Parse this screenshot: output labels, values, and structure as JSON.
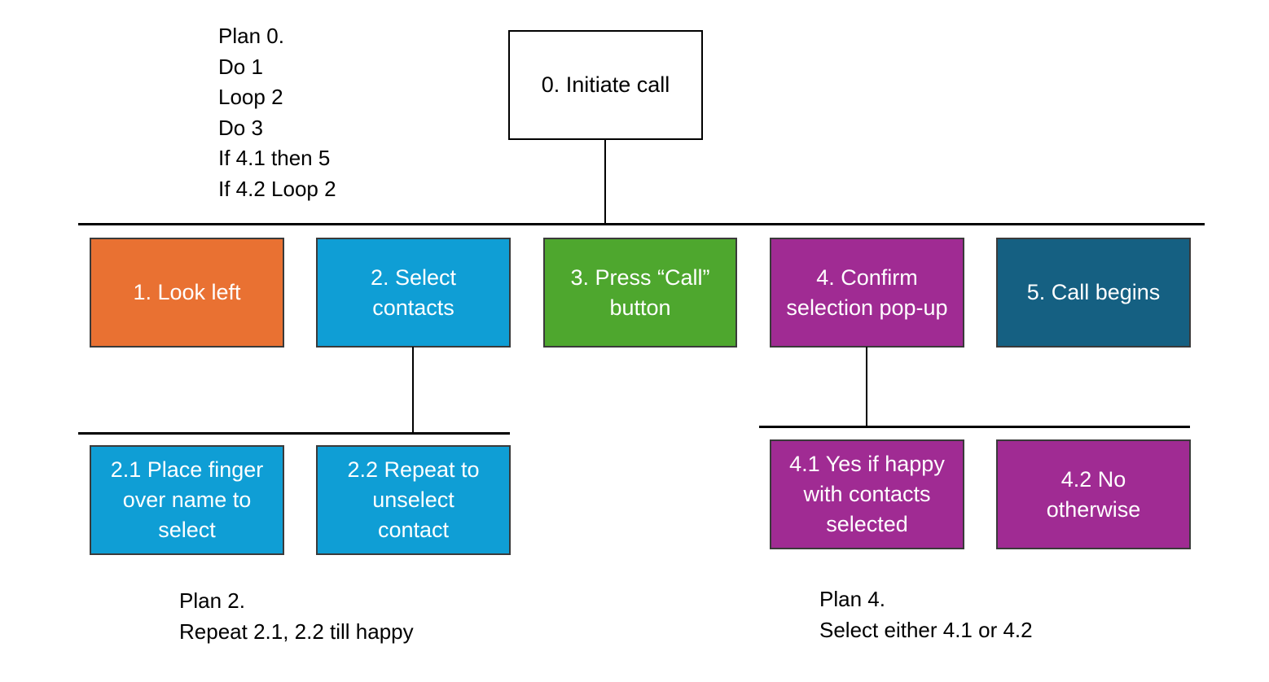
{
  "root": {
    "label": "0. Initiate call"
  },
  "plan0": {
    "lines": [
      "Plan 0.",
      "Do 1",
      "Loop 2",
      "Do 3",
      "If 4.1 then 5",
      "If 4.2 Loop 2"
    ]
  },
  "tasks": [
    {
      "label": "1. Look left",
      "color": "#E97132"
    },
    {
      "label": "2. Select contacts",
      "color": "#0F9ED5"
    },
    {
      "label": "3. Press “Call” button",
      "color": "#4EA72E"
    },
    {
      "label": "4. Confirm selection pop-up",
      "color": "#A02B93"
    },
    {
      "label": "5. Call begins",
      "color": "#156082"
    }
  ],
  "subtasks2": [
    {
      "label": "2.1 Place finger over name to select",
      "color": "#0F9ED5"
    },
    {
      "label": "2.2 Repeat to unselect contact",
      "color": "#0F9ED5"
    }
  ],
  "subtasks4": [
    {
      "label": "4.1 Yes if happy with contacts selected",
      "color": "#A02B93"
    },
    {
      "label": "4.2 No otherwise",
      "color": "#A02B93"
    }
  ],
  "plan2": {
    "title": "Plan 2.",
    "text": "Repeat 2.1, 2.2 till happy"
  },
  "plan4": {
    "title": "Plan 4.",
    "text": "Select either 4.1 or 4.2"
  }
}
